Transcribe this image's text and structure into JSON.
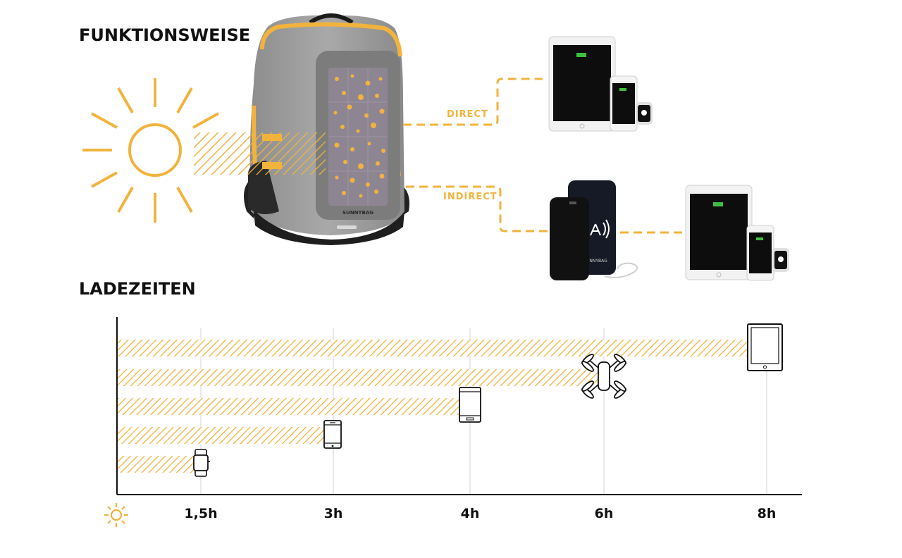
{
  "sections": {
    "how_it_works_title": "FUNKTIONSWEISE",
    "charging_times_title": "LADEZEITEN"
  },
  "flows": {
    "direct_label": "DIRECT",
    "indirect_label": "INDIRECT"
  },
  "brand": {
    "backpack_logo": "SUNNYBAG",
    "powerbank_logo": "SUNNYBAG"
  },
  "colors": {
    "accent": "#F2B33D",
    "panel": "#8E8593",
    "backpack": "#9C9C9C",
    "dark": "#1A1A1A"
  },
  "chart_data": {
    "type": "bar",
    "orientation": "horizontal",
    "x_unit": "h",
    "categories": [
      "smartwatch",
      "smartphone",
      "large smartphone",
      "drone",
      "tablet"
    ],
    "icons": [
      "watch-icon",
      "phone-icon",
      "large-phone-icon",
      "drone-icon",
      "tablet-icon"
    ],
    "values": [
      1.5,
      3,
      4,
      6,
      8
    ],
    "tick_labels": [
      "1,5h",
      "3h",
      "4h",
      "6h",
      "8h"
    ],
    "xlabel": "",
    "ylabel": "",
    "grid": true,
    "bar_style": "diagonal-hatch"
  }
}
